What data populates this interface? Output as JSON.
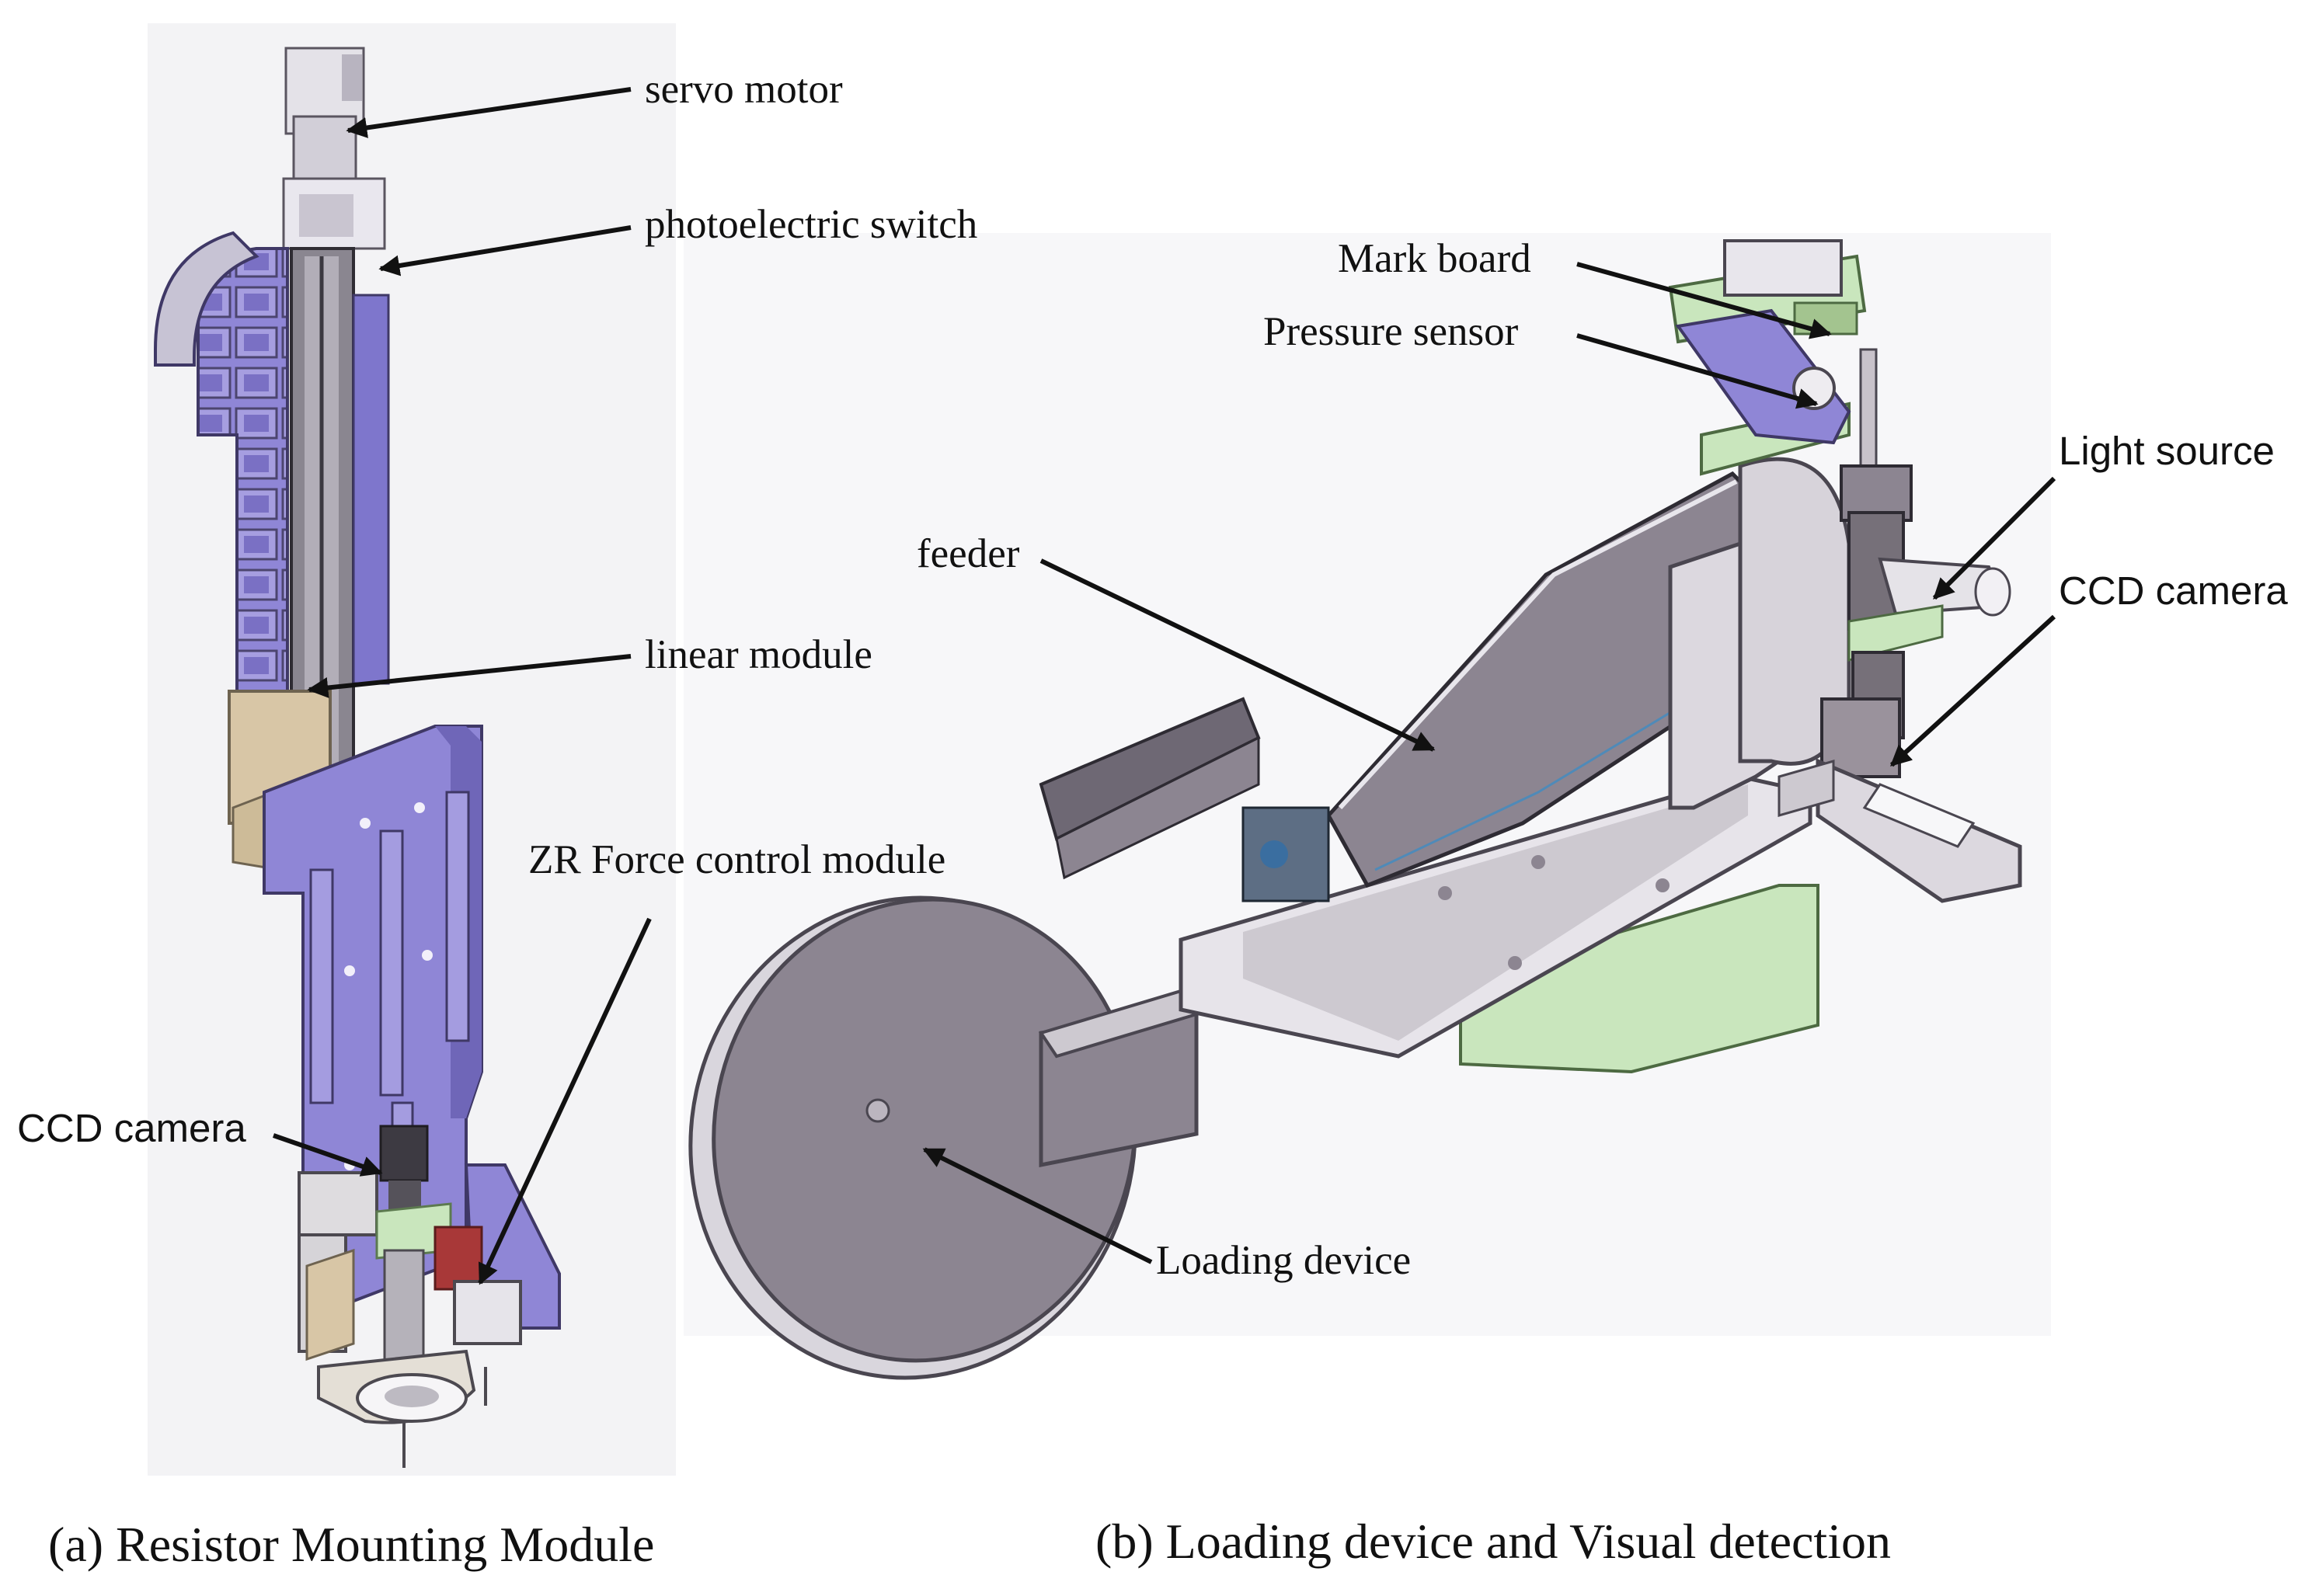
{
  "panel_a": {
    "caption": "(a) Resistor Mounting Module",
    "labels": {
      "servo_motor": "servo motor",
      "photoelectric_switch": "photoelectric switch",
      "linear_module": "linear module",
      "zr_force_control_module": "ZR Force control module",
      "ccd_camera": "CCD camera"
    }
  },
  "panel_b": {
    "caption": "(b) Loading device and Visual detection",
    "labels": {
      "mark_board": "Mark board",
      "pressure_sensor": "Pressure sensor",
      "light_source": "Light source",
      "ccd_camera": "CCD camera",
      "feeder": "feeder",
      "loading_device": "Loading device"
    }
  },
  "colors": {
    "purple": "#8f86d6",
    "grey": "#9a929c",
    "light_grey": "#c8c2ca",
    "green": "#c9e6bd",
    "tan": "#d8c6a6",
    "red": "#a83838"
  }
}
